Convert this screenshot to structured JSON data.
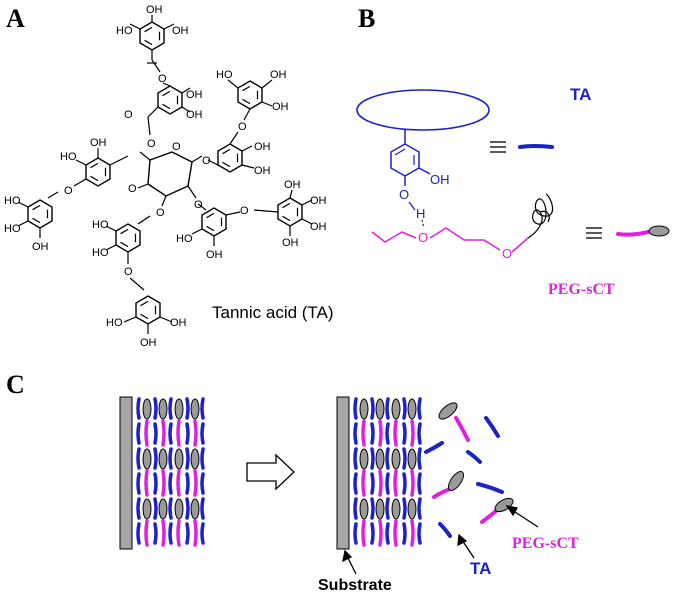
{
  "panels": {
    "a": {
      "letter": "A",
      "caption": "Tannic acid (TA)",
      "oh": "OH",
      "ho": "HO",
      "o": "O"
    },
    "b": {
      "letter": "B",
      "ta_label": "TA",
      "peg_label": "PEG-sCT",
      "oh": "OH",
      "o": "O",
      "h": "H",
      "equiv": "≡"
    },
    "c": {
      "letter": "C",
      "substrate_label": "Substrate",
      "ta_label": "TA",
      "peg_label": "PEG-sCT"
    }
  },
  "colors": {
    "ta": "#1a22c8",
    "peg": "#e020e0",
    "substrate_fill": "#a6a6a6",
    "ellipse_fill": "#9a9a9a",
    "ink": "#000000"
  },
  "icons": {
    "arrow": "right-outline-arrow-icon",
    "equiv": "equivalence-sign"
  }
}
